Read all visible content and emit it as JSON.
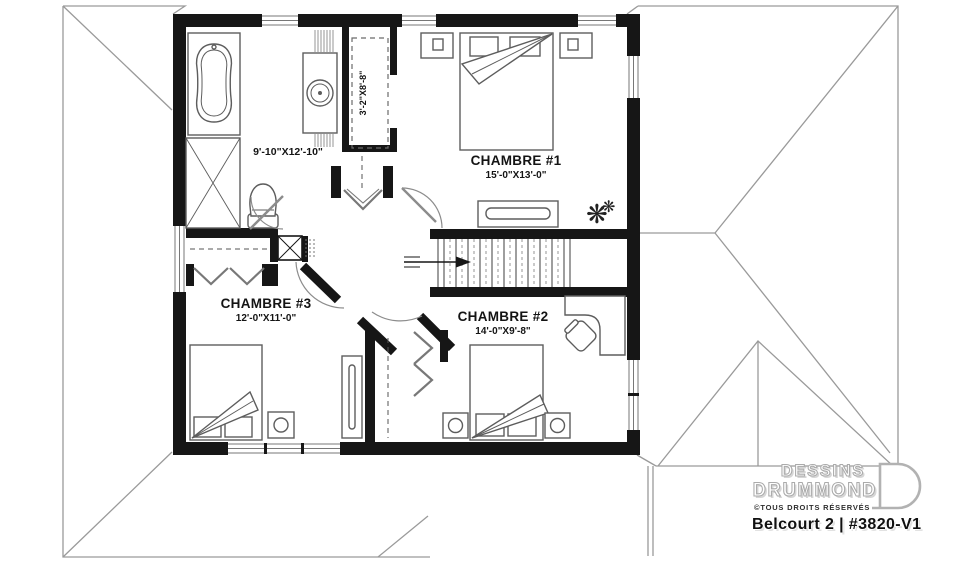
{
  "plan": {
    "rooms": {
      "chambre1": {
        "name": "CHAMBRE #1",
        "dims": "15'-0\"X13'-0\""
      },
      "chambre2": {
        "name": "CHAMBRE #2",
        "dims": "14'-0\"X9'-8\""
      },
      "chambre3": {
        "name": "CHAMBRE #3",
        "dims": "12'-0\"X11'-0\""
      },
      "bathroom": {
        "dims": "9'-10\"X12'-10\""
      },
      "closet": {
        "dims": "3'-2\"X8'-8\""
      }
    }
  },
  "branding": {
    "logo_line1": "DESSINS",
    "logo_line2": "DRUMMOND",
    "rights": "©TOUS DROITS RÉSERVÉS",
    "plan_title": "Belcourt 2 | #3820-V1"
  },
  "colors": {
    "wall": "#161616",
    "furniture_line": "#6b6b6b",
    "roof_line": "#9a9a9a",
    "background": "#ffffff"
  }
}
